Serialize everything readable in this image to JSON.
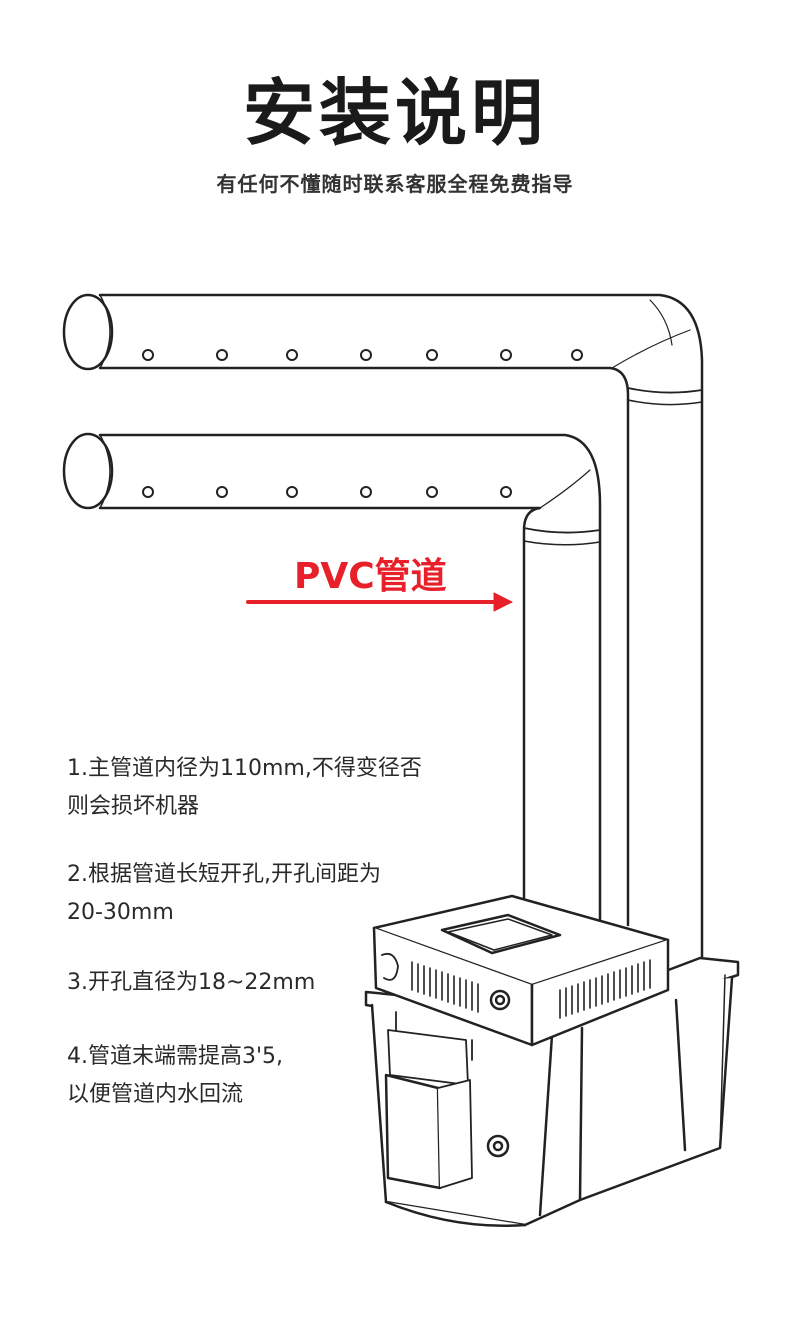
{
  "header": {
    "title": "安装说明",
    "subtitle": "有任何不懂随时联系客服全程免费指导"
  },
  "diagram": {
    "pipe_label": "PVC管道",
    "arrow_color": "#e8202a"
  },
  "notes": [
    {
      "line1": "1.主管道内径为110mm,不得变径否",
      "line2": "则会损坏机器"
    },
    {
      "line1": "2.根据管道长短开孔,开孔间距为",
      "line2": "20-30mm"
    },
    {
      "line1": "3.开孔直径为18~22mm",
      "line2": ""
    },
    {
      "line1": "4.管道末端需提高3'5,",
      "line2": "以便管道内水回流"
    }
  ]
}
